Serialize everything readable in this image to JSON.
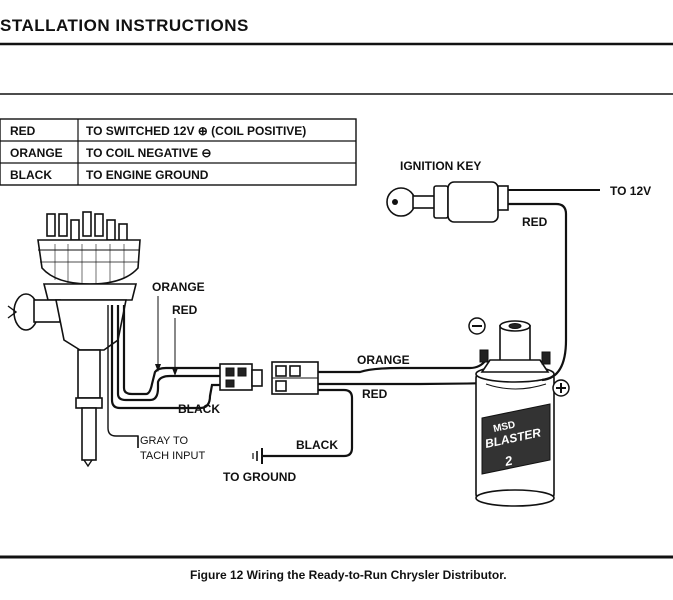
{
  "header": {
    "title": "STALLATION INSTRUCTIONS"
  },
  "legend_table": {
    "rows": [
      {
        "color": "RED",
        "connection": "TO SWITCHED 12V ⊕ (COIL POSITIVE)"
      },
      {
        "color": "ORANGE",
        "connection": "TO COIL NEGATIVE ⊖"
      },
      {
        "color": "BLACK",
        "connection": "TO ENGINE GROUND"
      }
    ]
  },
  "labels": {
    "ignition_key": "IGNITION KEY",
    "to_12v": "TO 12V",
    "red_key_wire": "RED",
    "orange_dist": "ORANGE",
    "red_dist": "RED",
    "black_dist": "BLACK",
    "gray_to": "GRAY TO",
    "tach_input": "TACH INPUT",
    "black_ground": "BLACK",
    "to_ground": "TO GROUND",
    "orange_coil": "ORANGE",
    "red_coil": "RED",
    "coil_neg": "⊖",
    "coil_pos": "⊕",
    "coil_brand": "MSD",
    "coil_model": "BLASTER",
    "coil_number": "2"
  },
  "caption": "Figure 12  Wiring the Ready-to-Run Chrysler Distributor."
}
